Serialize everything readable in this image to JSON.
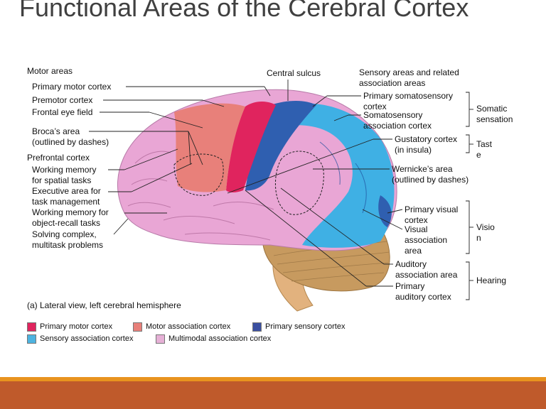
{
  "slide": {
    "title": "Functional Areas of the Cerebral Cortex"
  },
  "diagram": {
    "motor_areas_heading": "Motor areas",
    "central_sulcus": "Central sulcus",
    "sensory_heading_1": "Sensory areas and related",
    "sensory_heading_2": "association areas",
    "left_labels": [
      "Primary motor cortex",
      "Premotor cortex",
      "Frontal eye field",
      "Broca’s area",
      "(outlined by dashes)",
      "Prefrontal cortex",
      "Working memory",
      "for spatial tasks",
      "Executive area for",
      "task management",
      "Working memory for",
      "object-recall tasks",
      "Solving complex,",
      "multitask problems"
    ],
    "right_labels": [
      "Primary somatosensory",
      "cortex",
      "Somatosensory",
      "association cortex",
      "Gustatory cortex",
      "(in insula)",
      "Wernicke’s area",
      "(outlined by dashes)",
      "Primary visual",
      "cortex",
      "Visual",
      "association",
      "area",
      "Auditory",
      "association area",
      "Primary",
      "auditory cortex"
    ],
    "groups": [
      "Somatic",
      "sensation",
      "Tast",
      "e",
      "Visio",
      "n",
      "Hearing"
    ],
    "caption": "(a) Lateral view, left cerebral hemisphere"
  },
  "legend": [
    {
      "label": "Primary motor cortex",
      "color": "#e0245e"
    },
    {
      "label": "Motor association cortex",
      "color": "#e8807a"
    },
    {
      "label": "Primary sensory cortex",
      "color": "#3a4fa0"
    },
    {
      "label": "Sensory association cortex",
      "color": "#4db3e0"
    },
    {
      "label": "Multimodal association cortex",
      "color": "#e6b0d6"
    }
  ],
  "colors": {
    "primary_motor": "#e0245e",
    "motor_assoc": "#e8807a",
    "primary_sensory": "#2f5fb0",
    "sensory_assoc": "#3fb0e4",
    "multimodal": "#e9a6d5",
    "cerebellum": "#c79a5f",
    "footer": "#bf5a2b",
    "footer_strip": "#e8931f"
  }
}
